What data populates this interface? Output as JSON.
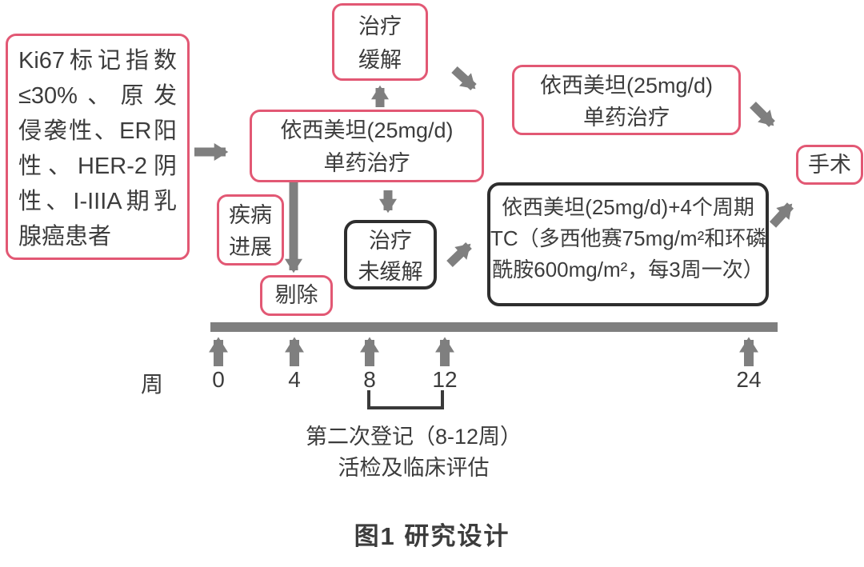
{
  "figure": {
    "caption": "图1  研究设计"
  },
  "boxes": {
    "patient": {
      "lines": [
        "Ki67标记指数",
        "≤30%、原发",
        "侵袭性、ER阳",
        "性、HER-2阴",
        "性、I-IIIA期乳",
        "腺癌患者"
      ]
    },
    "exemestane_initial": {
      "line1": "依西美坦(25mg/d)",
      "line2": "单药治疗"
    },
    "response": {
      "line1": "治疗",
      "line2": "缓解"
    },
    "exemestane_continue": {
      "line1": "依西美坦(25mg/d)",
      "line2": "单药治疗"
    },
    "surgery": {
      "label": "手术"
    },
    "progression": {
      "line1": "疾病",
      "line2": "进展"
    },
    "removal": {
      "label": "剔除"
    },
    "no_response": {
      "line1": "治疗",
      "line2": "未缓解"
    },
    "chemo": {
      "line1": "依西美坦(25mg/d)+4个周期",
      "line2": "TC（多西他赛75mg/m²和环磷",
      "line3": "酰胺600mg/m²，每3周一次）"
    }
  },
  "timeline": {
    "axis_label": "周",
    "ticks": [
      "0",
      "4",
      "8",
      "12",
      "24"
    ],
    "note_line1": "第二次登记（8-12周）",
    "note_line2": "活检及临床评估"
  },
  "colors": {
    "pink_border": "#e25874",
    "dark_border": "#2e2e2e",
    "arrow_gray": "#7f7f7f",
    "text": "#3c3c3c"
  }
}
